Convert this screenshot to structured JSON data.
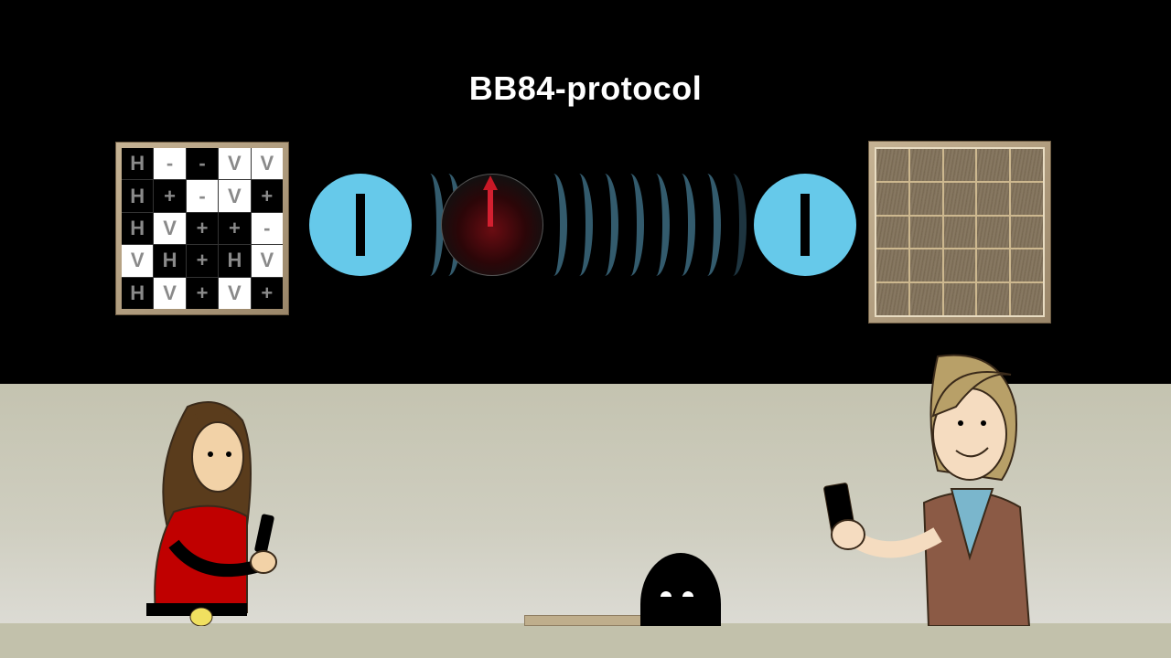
{
  "title": "BB84-protocol",
  "alice_grid": {
    "rows": [
      [
        "H",
        "-",
        "-",
        "V",
        "V"
      ],
      [
        "H",
        "+",
        "-",
        "V",
        "+"
      ],
      [
        "H",
        "V",
        "+",
        "+",
        "-"
      ],
      [
        "V",
        "H",
        "+",
        "H",
        "V"
      ],
      [
        "H",
        "V",
        "+",
        "V",
        "+"
      ]
    ],
    "shades": [
      [
        "b",
        "w",
        "b",
        "w",
        "w"
      ],
      [
        "b",
        "b",
        "w",
        "w",
        "b"
      ],
      [
        "b",
        "w",
        "b",
        "b",
        "w"
      ],
      [
        "w",
        "b",
        "b",
        "b",
        "w"
      ],
      [
        "b",
        "w",
        "b",
        "w",
        "b"
      ]
    ]
  },
  "bob_grid": {
    "rows": 5,
    "cols": 5,
    "state": "empty"
  },
  "alice_filter": {
    "orientation": "vertical",
    "color": "#66c9ea"
  },
  "bob_filter": {
    "orientation": "vertical",
    "color": "#66c9ea"
  },
  "photon": {
    "polarization": "up",
    "arrow_color": "#c81826"
  },
  "characters": [
    "alice",
    "bob",
    "eve"
  ],
  "colors": {
    "background_top": "#000000",
    "stage": "#c4c3b0",
    "floor": "#c2c1ab"
  }
}
